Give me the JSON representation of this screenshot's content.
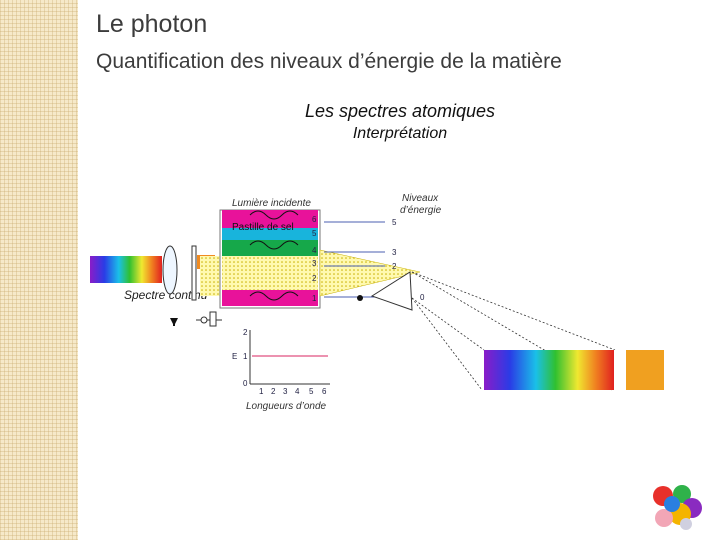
{
  "slide": {
    "title": "Le photon",
    "subtitle": "Quantification des niveaux d’énergie de la matière",
    "heading": "Les spectres atomiques",
    "subheading": "Interprétation"
  },
  "diagram": {
    "label_lumiere": "Lumière incidente",
    "label_niveaux_line1": "Niveaux",
    "label_niveaux_line2": "d’énergie",
    "label_pastille": "Pastille de sel",
    "label_spectre": "Spectre continu",
    "label_longueurs": "Longueurs d’onde",
    "label_e": "E",
    "incident_numbers": [
      "6",
      "5",
      "4",
      "3",
      "2",
      "1"
    ],
    "energy_levels": [
      "5",
      "3",
      "2",
      "0"
    ],
    "graph_y_ticks": [
      "2",
      "1",
      "0"
    ],
    "graph_x_ticks": [
      "1",
      "2",
      "3",
      "4",
      "5",
      "6"
    ]
  },
  "colors": {
    "background": "#ffffff",
    "side_band": "#f6e9c9",
    "title_text": "#3c3c3c",
    "magenta": "#e8129a",
    "cyan": "#18b4dc",
    "green": "#16a84a",
    "yellow": "#f2ea3a",
    "level_line": "#4b5fb0"
  }
}
